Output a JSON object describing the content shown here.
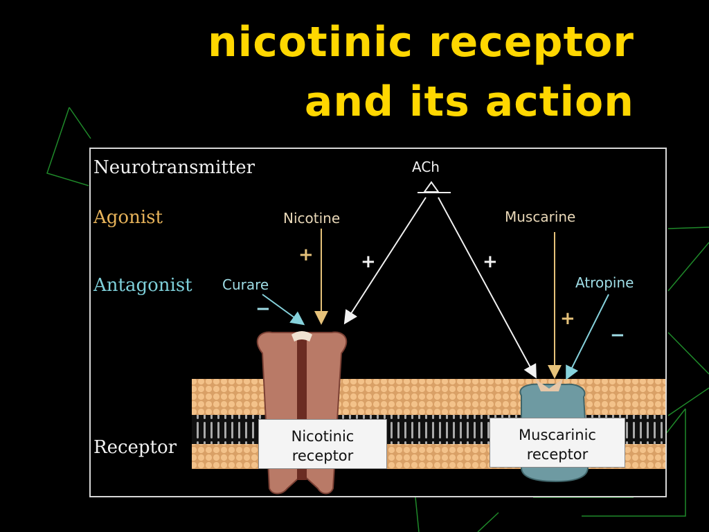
{
  "title": {
    "line1": "nicotinic receptor",
    "line2": "and its action"
  },
  "diagram": {
    "row_labels": {
      "neurotransmitter": "Neurotransmitter",
      "agonist": "Agonist",
      "antagonist": "Antagonist",
      "receptor": "Receptor"
    },
    "neurotransmitter": "ACh",
    "agonists": {
      "nicotinic": "Nicotine",
      "muscarinic": "Muscarine"
    },
    "antagonists": {
      "nicotinic": "Curare",
      "muscarinic": "Atropine"
    },
    "signs": {
      "nicotine": "+",
      "ach_to_nicotinic": "+",
      "ach_to_muscarinic": "+",
      "muscarine": "+",
      "curare": "−",
      "atropine": "−"
    },
    "receptors": {
      "nicotinic_line1": "Nicotinic",
      "nicotinic_line2": "receptor",
      "muscarinic_line1": "Muscarinic",
      "muscarinic_line2": "receptor"
    }
  },
  "colors": {
    "background": "#000000",
    "title": "#ffd700",
    "neurotransmitter_label": "#f2f2f2",
    "agonist_label": "#e7b35a",
    "antagonist_label": "#7ecfd9",
    "drug_text": "#e9d8b8",
    "antagonist_text": "#9fdde6",
    "membrane": "#efc08a",
    "nicotinic_receptor": "#b97a67",
    "muscarinic_receptor": "#6e9aa2",
    "background_lines": "#1f8a2a"
  }
}
